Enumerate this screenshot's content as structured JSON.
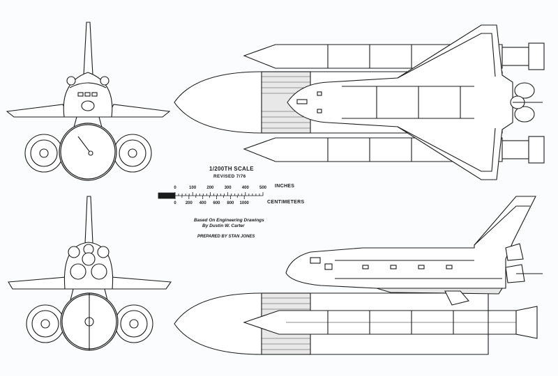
{
  "scale": {
    "title": "1/200TH SCALE",
    "revised": "REVISED 7/76",
    "inches_label": "INCHES",
    "centimeters_label": "CENTIMETERS",
    "inch_ticks": [
      "0",
      "100",
      "200",
      "300",
      "400",
      "500"
    ],
    "cm_ticks": [
      "0",
      "200",
      "400",
      "600",
      "800",
      "1000"
    ]
  },
  "credits": {
    "line1": "Based On Engineering Drawings",
    "line2": "By Dustin W. Carter",
    "line3": "PREPARED BY STAN JONES"
  },
  "colors": {
    "ink": "#1a1a1a",
    "paper": "#fbfcfd"
  }
}
